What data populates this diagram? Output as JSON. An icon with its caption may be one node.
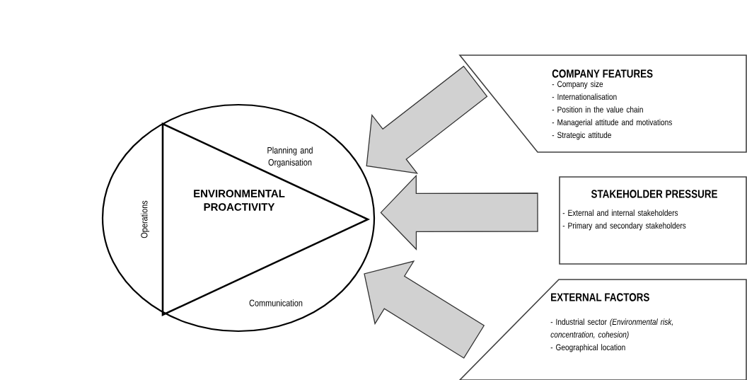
{
  "diagram": {
    "nodes": [
      {
        "text": [],
        "shape": "ellipse"
      },
      {
        "text": [
          "ENVIRONMENTAL PROACTIVITY"
        ],
        "in": 0,
        "beside": [
          "Planning and Organisation",
          "Operations",
          "Communication"
        ]
      },
      {
        "text": [
          "COMPANY FEATURES",
          "- Company size",
          "- Internationalisation",
          "- Position in the value chain",
          "- Managerial attitude and motivations",
          "- Strategic attitude"
        ]
      },
      {
        "text": [
          "STAKEHOLDER PRESSURE",
          "- External and internal stakeholders",
          "- Primary and secondary stakeholders"
        ]
      },
      {
        "text": [
          "EXTERNAL FACTORS",
          "- Industrial sector *(Environmental risk, concentration, cohesion)*",
          "- Geographical location"
        ]
      }
    ],
    "edges": [
      {
        "from": 2,
        "to": 0,
        "arrow": "to"
      },
      {
        "from": 3,
        "to": 0,
        "arrow": "to"
      },
      {
        "from": 4,
        "to": 0,
        "arrow": "to"
      }
    ]
  }
}
